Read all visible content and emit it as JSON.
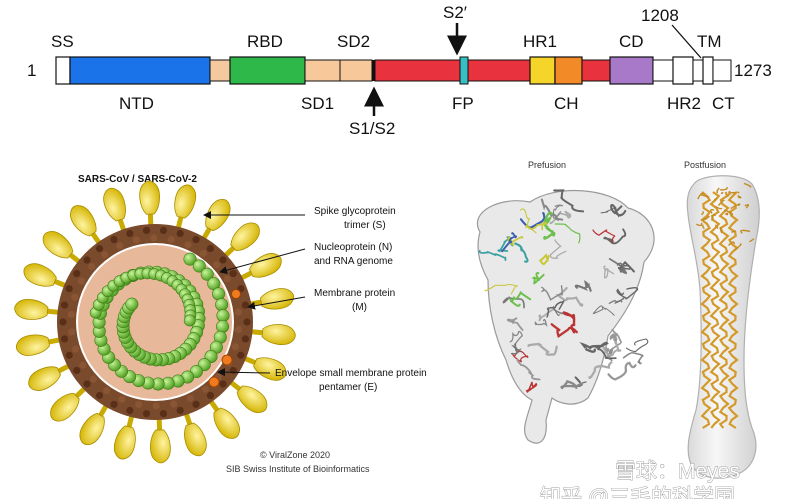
{
  "domain_map": {
    "start": "1",
    "end": "1273",
    "mark_1208": "1208",
    "domains": {
      "ss": "SS",
      "ntd": "NTD",
      "rbd": "RBD",
      "sd1": "SD1",
      "sd2": "SD2",
      "fp": "FP",
      "hr1": "HR1",
      "ch": "CH",
      "cd": "CD",
      "hr2": "HR2",
      "tm": "TM",
      "ct": "CT"
    },
    "arrows": {
      "s2prime": "S2′",
      "s1s2": "S1/S2"
    },
    "colors": {
      "ntd": "#1a73e8",
      "rbd": "#2eb84a",
      "linker": "#f5c9a0",
      "sd": "#f7c99a",
      "s2": "#e8323d",
      "fp": "#35c0c6",
      "hr1": "#f5d52a",
      "ch": "#f28a28",
      "cd": "#a878c9",
      "white": "#ffffff"
    }
  },
  "virion": {
    "title": "SARS-CoV / SARS-CoV-2",
    "labels": {
      "spike_1": "Spike glycoprotein",
      "spike_2": "trimer (S)",
      "nucleo_1": "Nucleoprotein (N)",
      "nucleo_2": "and RNA genome",
      "membrane_1": "Membrane protein",
      "membrane_2": "(M)",
      "envelope_1": "Envelope small membrane protein",
      "envelope_2": "pentamer (E)"
    },
    "credit_1": "© ViralZone 2020",
    "credit_2": "SIB Swiss Institute of Bioinformatics",
    "colors": {
      "spike": "#e8cc1a",
      "membrane": "#6b3b22",
      "nucleo": "#7ad23a",
      "core": "#e8b89a"
    }
  },
  "structures": {
    "prefusion_label": "Prefusion",
    "postfusion_label": "Postfusion"
  },
  "watermark": {
    "line_1": "雪球：Meyes",
    "line_2": "知乎 @三毛的科学国"
  }
}
